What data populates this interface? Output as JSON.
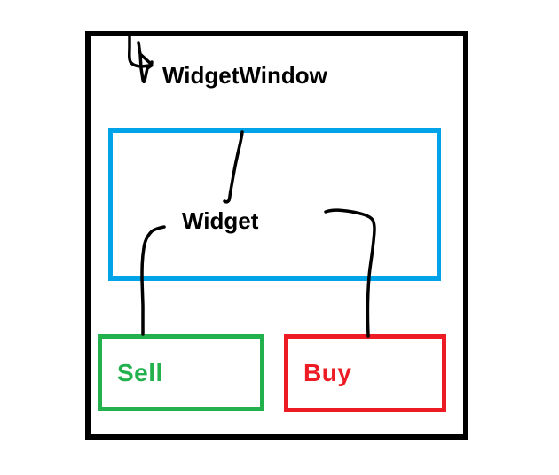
{
  "window": {
    "title": "WidgetWindow"
  },
  "widget": {
    "label": "Widget"
  },
  "buttons": {
    "sell": {
      "label": "Sell",
      "color": "#22B14C"
    },
    "buy": {
      "label": "Buy",
      "color": "#ED1C24"
    }
  },
  "icons": {
    "pointer": "hand-drawn-cursor-arrow"
  },
  "colors": {
    "frame": "#000000",
    "widget_border": "#00A2E8",
    "ink": "#000000",
    "background": "#FFFFFF"
  }
}
